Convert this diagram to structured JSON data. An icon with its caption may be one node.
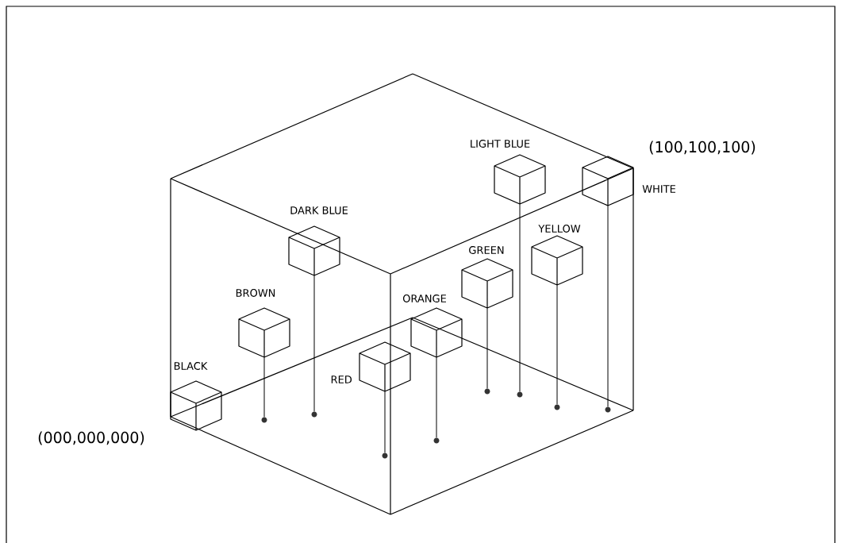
{
  "diagram": {
    "nodes": [
      {
        "text": [
          "LIGHT BLUE"
        ]
      },
      {
        "text": [
          "WHITE"
        ]
      },
      {
        "text": [
          "DARK BLUE"
        ]
      },
      {
        "text": [
          "YELLOW"
        ]
      },
      {
        "text": [
          "GREEN"
        ]
      },
      {
        "text": [
          "BROWN"
        ]
      },
      {
        "text": [
          "ORANGE"
        ]
      },
      {
        "text": [
          "RED"
        ]
      },
      {
        "text": [
          "BLACK"
        ]
      },
      {
        "text": [],
        "shape": "circle"
      },
      {
        "text": [],
        "shape": "circle"
      },
      {
        "text": [],
        "shape": "circle"
      },
      {
        "text": [],
        "shape": "circle"
      },
      {
        "text": [],
        "shape": "circle"
      },
      {
        "text": [],
        "shape": "circle"
      },
      {
        "text": [],
        "shape": "circle"
      },
      {
        "text": [],
        "shape": "circle"
      }
    ],
    "edges": [
      {
        "from": 5,
        "to": 9,
        "arrow": "none"
      },
      {
        "from": 2,
        "to": 10,
        "arrow": "none"
      },
      {
        "from": 7,
        "to": 11,
        "arrow": "none"
      },
      {
        "from": 6,
        "to": 12,
        "arrow": "none"
      },
      {
        "from": 4,
        "to": 13,
        "arrow": "none"
      },
      {
        "from": 0,
        "to": 14,
        "arrow": "none"
      },
      {
        "from": 3,
        "to": 15,
        "arrow": "none"
      },
      {
        "from": 1,
        "to": 16,
        "arrow": "none"
      }
    ],
    "labels": [
      "(100,100,100)",
      "(000,000,000)"
    ]
  }
}
